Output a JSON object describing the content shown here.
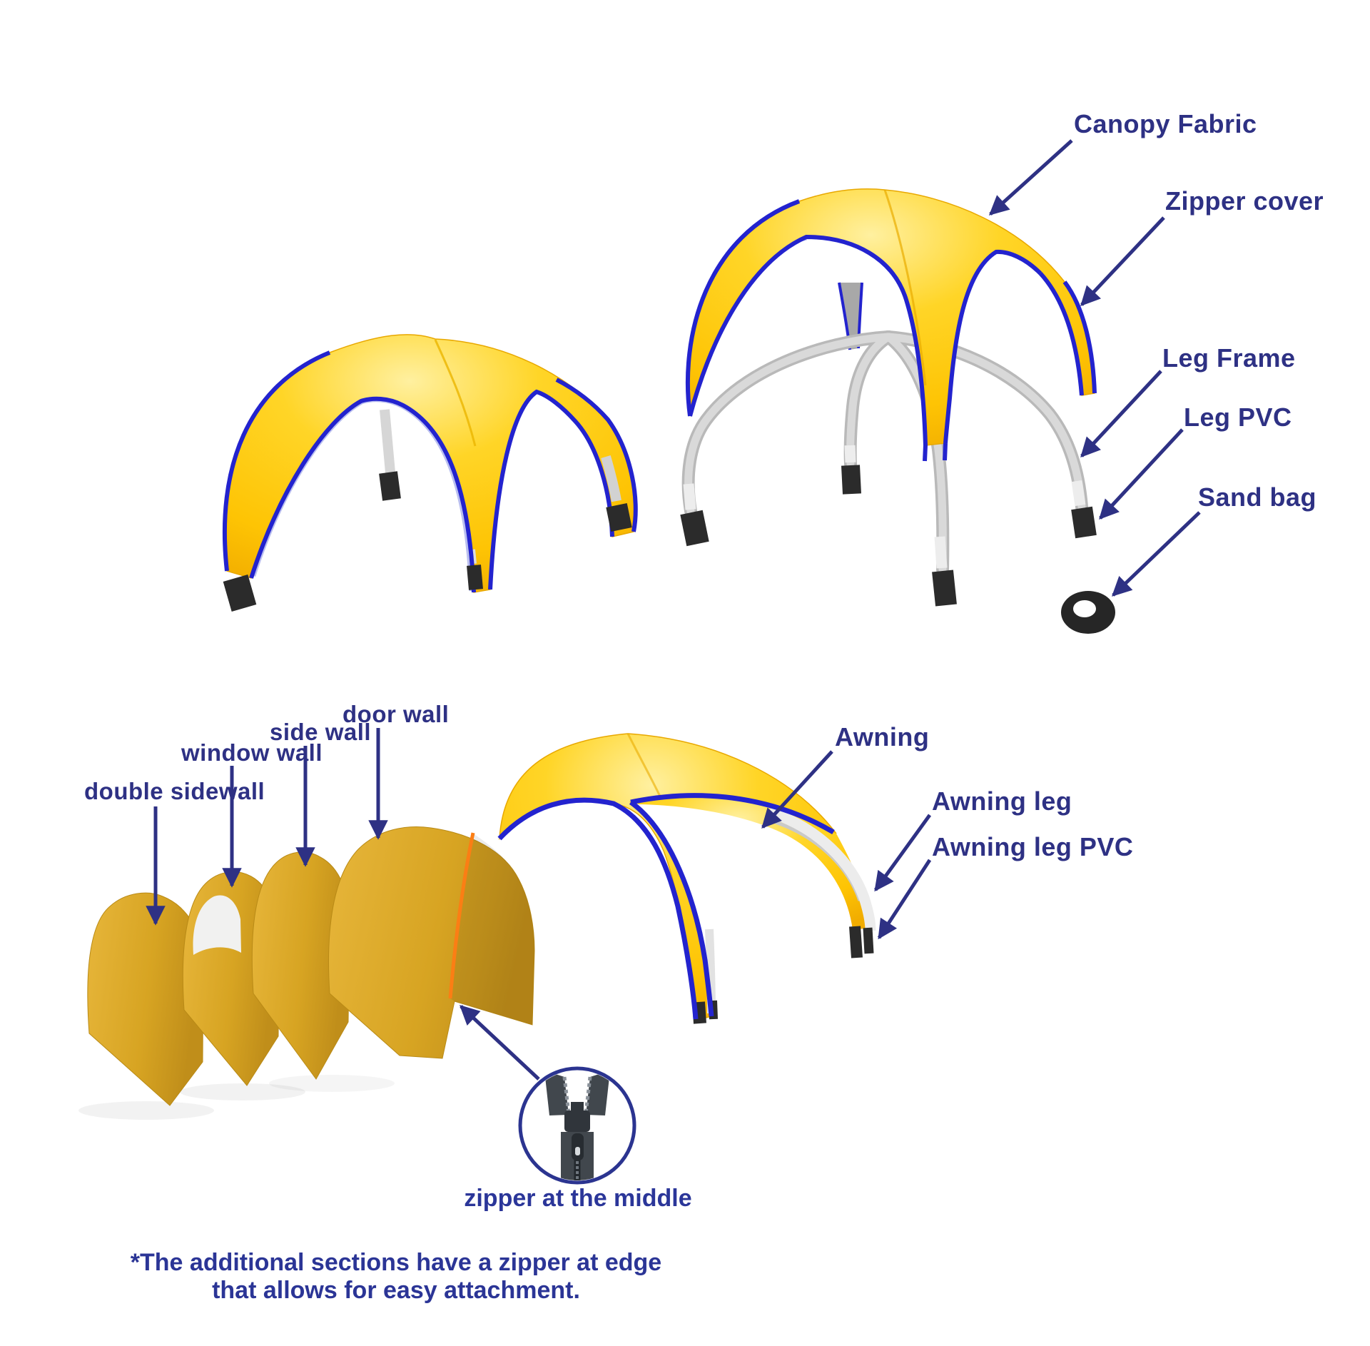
{
  "diagram": {
    "colors": {
      "label_navy": "#2E3184",
      "caption_blue": "#2B3699",
      "canopy_yellow": "#FFD21E",
      "canopy_shadow": "#F3AE00",
      "trim_blue": "#2323CE",
      "wall_gold": "#D7A422",
      "frame_gray": "#C9C9C9",
      "foot_black": "#2B2B2B",
      "zipper_orange": "#FB7E14",
      "background": "#FFFFFF"
    },
    "labels": {
      "canopy_fabric": "Canopy Fabric",
      "zipper_cover": "Zipper cover",
      "leg_frame": "Leg Frame",
      "leg_pvc": "Leg PVC",
      "sand_bag": "Sand bag",
      "double_sidewall": "double sidewall",
      "window_wall": "window wall",
      "side_wall": "side wall",
      "door_wall": "door wall",
      "awning": "Awning",
      "awning_leg": "Awning leg",
      "awning_leg_pvc": "Awning leg PVC",
      "zipper_caption": "zipper at the middle",
      "footnote_line1": "*The additional sections have a zipper at edge",
      "footnote_line2": "that allows for easy attachment."
    }
  }
}
